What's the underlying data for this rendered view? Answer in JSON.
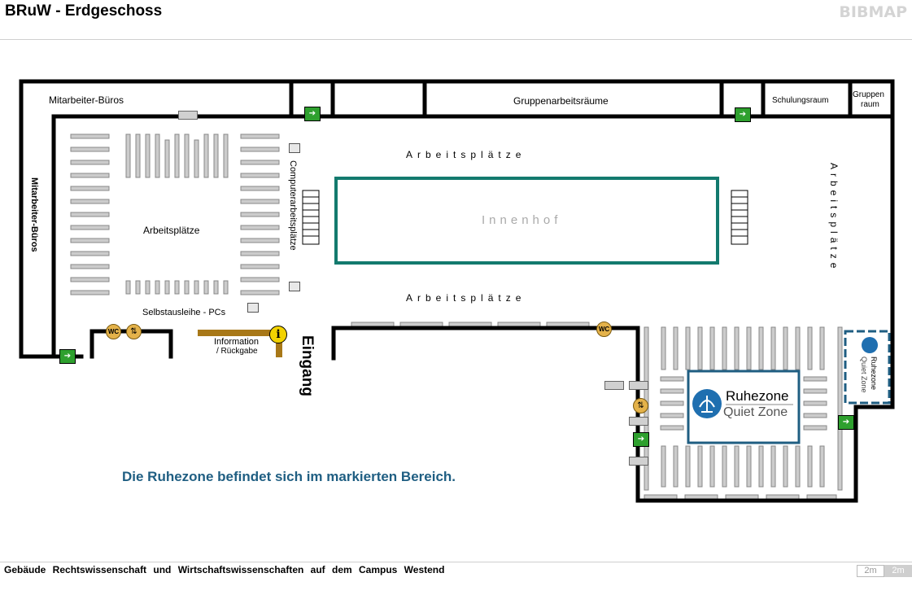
{
  "header": {
    "title": "BRuW - Erdgeschoss",
    "logo": "BIBMAP"
  },
  "footer": {
    "building": "Gebäude Rechtswissenschaft und Wirtschaftswissenschaften auf dem Campus Westend",
    "scale_a": "2m",
    "scale_b": "2m"
  },
  "map": {
    "rooms": {
      "mitarbeiter_top": "Mitarbeiter-Büros",
      "mitarbeiter_left": "Mitarbeiter-Büros",
      "gruppenarbeitsraeume": "Gruppenarbeitsräume",
      "schulungsraum": "Schulungsraum",
      "gruppenraum_1": "Gruppen",
      "gruppenraum_2": "raum"
    },
    "areas": {
      "arbeitsplaetze_left": "Arbeitsplätze",
      "arbeitsplaetze_top": "Arbeitsplätze",
      "arbeitsplaetze_bottom": "Arbeitsplätze",
      "arbeitsplaetze_right": "Arbeitsplätze",
      "computerarbeitsplaetze": "Computerarbeitsplätze",
      "innenhof": "Innenhof",
      "selbstausleihe": "Selbstausleihe - PCs",
      "information_1": "Information",
      "information_2": "/ Rückgabe",
      "eingang": "Eingang"
    },
    "quiet_zone": {
      "title": "Ruhezone",
      "subtitle": "Quiet Zone",
      "small_title": "Ruhezone",
      "small_subtitle": "Quiet Zone"
    },
    "icons": {
      "wc": "WC",
      "info": "i"
    },
    "note": "Die Ruhezone befindet sich im markierten Bereich.",
    "colors": {
      "wall": "#000000",
      "innenhof_border": "#137a6e",
      "quiet_zone": "#1f5e82",
      "exit_sign": "#2ea02e",
      "info_counter": "#a87818",
      "info_icon": "#f2d200"
    }
  }
}
